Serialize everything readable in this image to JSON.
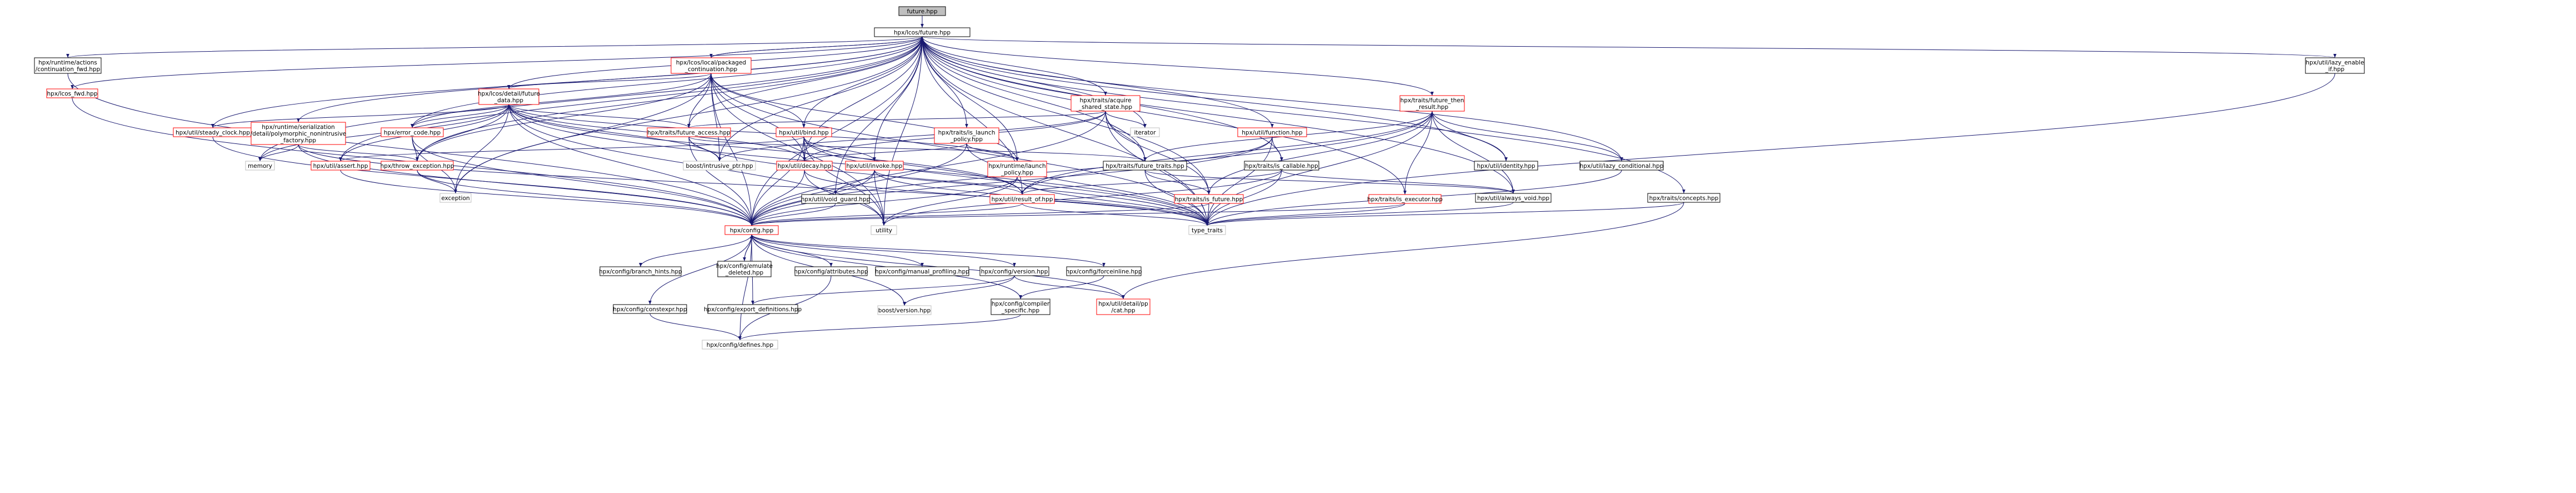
{
  "diagram": {
    "colors": {
      "edge": "#191970",
      "border_black": "#000000",
      "border_red": "#ff0000",
      "border_gray": "#bfbfbf",
      "fill_root": "#bfbfbf",
      "fill_node": "#ffffff"
    },
    "nodes": [
      {
        "id": "root",
        "lines": [
          "future.hpp"
        ],
        "kind": "root"
      },
      {
        "id": "fut",
        "lines": [
          "hpx/lcos/future.hpp"
        ],
        "kind": "normal"
      },
      {
        "id": "cont_fwd",
        "lines": [
          "hpx/runtime/actions",
          "/continuation_fwd.hpp"
        ],
        "kind": "normal"
      },
      {
        "id": "pkg_cont",
        "lines": [
          "hpx/lcos/local/packaged",
          "_continuation.hpp"
        ],
        "kind": "red"
      },
      {
        "id": "lazy_enable",
        "lines": [
          "hpx/util/lazy_enable",
          "_if.hpp"
        ],
        "kind": "normal"
      },
      {
        "id": "lcos_fwd",
        "lines": [
          "hpx/lcos_fwd.hpp"
        ],
        "kind": "red"
      },
      {
        "id": "future_data",
        "lines": [
          "hpx/lcos/detail/future",
          "_data.hpp"
        ],
        "kind": "red"
      },
      {
        "id": "acquire_shared",
        "lines": [
          "hpx/traits/acquire",
          "_shared_state.hpp"
        ],
        "kind": "red"
      },
      {
        "id": "util_function",
        "lines": [
          "hpx/util/function.hpp"
        ],
        "kind": "red"
      },
      {
        "id": "future_then",
        "lines": [
          "hpx/traits/future_then",
          "_result.hpp"
        ],
        "kind": "red"
      },
      {
        "id": "is_launch",
        "lines": [
          "hpx/traits/is_launch",
          "_policy.hpp"
        ],
        "kind": "red"
      },
      {
        "id": "steady_clock",
        "lines": [
          "hpx/util/steady_clock.hpp"
        ],
        "kind": "red"
      },
      {
        "id": "serialization",
        "lines": [
          "hpx/runtime/serialization",
          "/detail/polymorphic_nonintrusive",
          "_factory.hpp"
        ],
        "kind": "red"
      },
      {
        "id": "error_code",
        "lines": [
          "hpx/error_code.hpp"
        ],
        "kind": "red"
      },
      {
        "id": "future_access",
        "lines": [
          "hpx/traits/future_access.hpp"
        ],
        "kind": "red"
      },
      {
        "id": "bind",
        "lines": [
          "hpx/util/bind.hpp"
        ],
        "kind": "red"
      },
      {
        "id": "is_callable",
        "lines": [
          "hpx/traits/is_callable.hpp"
        ],
        "kind": "normal"
      },
      {
        "id": "identity",
        "lines": [
          "hpx/util/identity.hpp"
        ],
        "kind": "normal"
      },
      {
        "id": "lazy_cond",
        "lines": [
          "hpx/util/lazy_conditional.hpp"
        ],
        "kind": "normal"
      },
      {
        "id": "iterator",
        "lines": [
          "iterator"
        ],
        "kind": "gray"
      },
      {
        "id": "memory",
        "lines": [
          "memory"
        ],
        "kind": "gray"
      },
      {
        "id": "util_assert",
        "lines": [
          "hpx/util/assert.hpp"
        ],
        "kind": "red"
      },
      {
        "id": "throw_exc",
        "lines": [
          "hpx/throw_exception.hpp"
        ],
        "kind": "red"
      },
      {
        "id": "intrusive_ptr",
        "lines": [
          "boost/intrusive_ptr.hpp"
        ],
        "kind": "gray"
      },
      {
        "id": "decay",
        "lines": [
          "hpx/util/decay.hpp"
        ],
        "kind": "red"
      },
      {
        "id": "invoke",
        "lines": [
          "hpx/util/invoke.hpp"
        ],
        "kind": "red"
      },
      {
        "id": "runtime_launch",
        "lines": [
          "hpx/runtime/launch",
          "_policy.hpp"
        ],
        "kind": "red"
      },
      {
        "id": "future_traits",
        "lines": [
          "hpx/traits/future_traits.hpp"
        ],
        "kind": "normal"
      },
      {
        "id": "always_void",
        "lines": [
          "hpx/util/always_void.hpp"
        ],
        "kind": "normal"
      },
      {
        "id": "concepts",
        "lines": [
          "hpx/traits/concepts.hpp"
        ],
        "kind": "normal"
      },
      {
        "id": "exception",
        "lines": [
          "exception"
        ],
        "kind": "gray"
      },
      {
        "id": "void_guard",
        "lines": [
          "hpx/util/void_guard.hpp"
        ],
        "kind": "normal"
      },
      {
        "id": "result_of",
        "lines": [
          "hpx/util/result_of.hpp"
        ],
        "kind": "red"
      },
      {
        "id": "is_future",
        "lines": [
          "hpx/traits/is_future.hpp"
        ],
        "kind": "red"
      },
      {
        "id": "is_executor",
        "lines": [
          "hpx/traits/is_executor.hpp"
        ],
        "kind": "red"
      },
      {
        "id": "utility",
        "lines": [
          "utility"
        ],
        "kind": "gray"
      },
      {
        "id": "type_traits",
        "lines": [
          "type_traits"
        ],
        "kind": "gray"
      },
      {
        "id": "config",
        "lines": [
          "hpx/config.hpp"
        ],
        "kind": "red"
      },
      {
        "id": "branch_hints",
        "lines": [
          "hpx/config/branch_hints.hpp"
        ],
        "kind": "normal"
      },
      {
        "id": "emulate_del",
        "lines": [
          "hpx/config/emulate",
          "_deleted.hpp"
        ],
        "kind": "normal"
      },
      {
        "id": "attributes",
        "lines": [
          "hpx/config/attributes.hpp"
        ],
        "kind": "normal"
      },
      {
        "id": "manual_prof",
        "lines": [
          "hpx/config/manual_profiling.hpp"
        ],
        "kind": "normal"
      },
      {
        "id": "version",
        "lines": [
          "hpx/config/version.hpp"
        ],
        "kind": "normal"
      },
      {
        "id": "forceinline",
        "lines": [
          "hpx/config/forceinline.hpp"
        ],
        "kind": "normal"
      },
      {
        "id": "constexpr",
        "lines": [
          "hpx/config/constexpr.hpp"
        ],
        "kind": "normal"
      },
      {
        "id": "export_defs",
        "lines": [
          "hpx/config/export_definitions.hpp"
        ],
        "kind": "normal"
      },
      {
        "id": "boost_version",
        "lines": [
          "boost/version.hpp"
        ],
        "kind": "gray"
      },
      {
        "id": "compiler_spec",
        "lines": [
          "hpx/config/compiler",
          "_specific.hpp"
        ],
        "kind": "normal"
      },
      {
        "id": "pp_cat",
        "lines": [
          "hpx/util/detail/pp",
          "/cat.hpp"
        ],
        "kind": "red"
      },
      {
        "id": "defines",
        "lines": [
          "hpx/config/defines.hpp"
        ],
        "kind": "gray"
      }
    ],
    "edges": [
      [
        "root",
        "fut"
      ],
      [
        "fut",
        "cont_fwd"
      ],
      [
        "fut",
        "pkg_cont"
      ],
      [
        "fut",
        "lazy_enable"
      ],
      [
        "fut",
        "lcos_fwd"
      ],
      [
        "fut",
        "future_data"
      ],
      [
        "fut",
        "acquire_shared"
      ],
      [
        "fut",
        "util_function"
      ],
      [
        "fut",
        "future_then"
      ],
      [
        "fut",
        "is_launch"
      ],
      [
        "fut",
        "steady_clock"
      ],
      [
        "fut",
        "serialization"
      ],
      [
        "fut",
        "error_code"
      ],
      [
        "fut",
        "future_access"
      ],
      [
        "fut",
        "bind"
      ],
      [
        "fut",
        "is_callable"
      ],
      [
        "fut",
        "identity"
      ],
      [
        "fut",
        "lazy_cond"
      ],
      [
        "fut",
        "iterator"
      ],
      [
        "fut",
        "memory"
      ],
      [
        "fut",
        "util_assert"
      ],
      [
        "fut",
        "throw_exc"
      ],
      [
        "fut",
        "intrusive_ptr"
      ],
      [
        "fut",
        "decay"
      ],
      [
        "fut",
        "invoke"
      ],
      [
        "fut",
        "runtime_launch"
      ],
      [
        "fut",
        "future_traits"
      ],
      [
        "fut",
        "always_void"
      ],
      [
        "fut",
        "concepts"
      ],
      [
        "fut",
        "exception"
      ],
      [
        "fut",
        "void_guard"
      ],
      [
        "fut",
        "result_of"
      ],
      [
        "fut",
        "is_future"
      ],
      [
        "fut",
        "is_executor"
      ],
      [
        "fut",
        "utility"
      ],
      [
        "fut",
        "type_traits"
      ],
      [
        "fut",
        "config"
      ],
      [
        "cont_fwd",
        "config"
      ],
      [
        "lcos_fwd",
        "config"
      ],
      [
        "lazy_enable",
        "type_traits"
      ],
      [
        "pkg_cont",
        "fut"
      ],
      [
        "pkg_cont",
        "future_data"
      ],
      [
        "pkg_cont",
        "future_access"
      ],
      [
        "pkg_cont",
        "bind"
      ],
      [
        "pkg_cont",
        "decay"
      ],
      [
        "pkg_cont",
        "intrusive_ptr"
      ],
      [
        "pkg_cont",
        "runtime_launch"
      ],
      [
        "pkg_cont",
        "exception"
      ],
      [
        "pkg_cont",
        "error_code"
      ],
      [
        "pkg_cont",
        "throw_exc"
      ],
      [
        "pkg_cont",
        "utility"
      ],
      [
        "pkg_cont",
        "type_traits"
      ],
      [
        "pkg_cont",
        "config"
      ],
      [
        "future_data",
        "steady_clock"
      ],
      [
        "future_data",
        "error_code"
      ],
      [
        "future_data",
        "util_assert"
      ],
      [
        "future_data",
        "throw_exc"
      ],
      [
        "future_data",
        "memory"
      ],
      [
        "future_data",
        "exception"
      ],
      [
        "future_data",
        "decay"
      ],
      [
        "future_data",
        "intrusive_ptr"
      ],
      [
        "future_data",
        "runtime_launch"
      ],
      [
        "future_data",
        "future_access"
      ],
      [
        "future_data",
        "result_of"
      ],
      [
        "future_data",
        "utility"
      ],
      [
        "future_data",
        "type_traits"
      ],
      [
        "future_data",
        "config"
      ],
      [
        "serialization",
        "throw_exc"
      ],
      [
        "serialization",
        "memory"
      ],
      [
        "serialization",
        "type_traits"
      ],
      [
        "serialization",
        "config"
      ],
      [
        "steady_clock",
        "config"
      ],
      [
        "error_code",
        "throw_exc"
      ],
      [
        "error_code",
        "exception"
      ],
      [
        "error_code",
        "config"
      ],
      [
        "future_access",
        "intrusive_ptr"
      ],
      [
        "future_access",
        "type_traits"
      ],
      [
        "future_access",
        "config"
      ],
      [
        "future_access",
        "future_traits"
      ],
      [
        "bind",
        "util_assert"
      ],
      [
        "bind",
        "decay"
      ],
      [
        "bind",
        "invoke"
      ],
      [
        "bind",
        "result_of"
      ],
      [
        "bind",
        "utility"
      ],
      [
        "bind",
        "type_traits"
      ],
      [
        "bind",
        "config"
      ],
      [
        "acquire_shared",
        "future_access"
      ],
      [
        "acquire_shared",
        "future_traits"
      ],
      [
        "acquire_shared",
        "decay"
      ],
      [
        "acquire_shared",
        "is_future"
      ],
      [
        "acquire_shared",
        "iterator"
      ],
      [
        "acquire_shared",
        "intrusive_ptr"
      ],
      [
        "acquire_shared",
        "type_traits"
      ],
      [
        "acquire_shared",
        "config"
      ],
      [
        "is_launch",
        "runtime_launch"
      ],
      [
        "is_launch",
        "decay"
      ],
      [
        "is_launch",
        "type_traits"
      ],
      [
        "is_launch",
        "config"
      ],
      [
        "util_function",
        "is_callable"
      ],
      [
        "util_function",
        "result_of"
      ],
      [
        "util_function",
        "type_traits"
      ],
      [
        "util_function",
        "config"
      ],
      [
        "future_then",
        "future_traits"
      ],
      [
        "future_then",
        "is_future"
      ],
      [
        "future_then",
        "is_executor"
      ],
      [
        "future_then",
        "identity"
      ],
      [
        "future_then",
        "lazy_cond"
      ],
      [
        "future_then",
        "always_void"
      ],
      [
        "future_then",
        "result_of"
      ],
      [
        "future_then",
        "type_traits"
      ],
      [
        "future_then",
        "config"
      ],
      [
        "is_callable",
        "always_void"
      ],
      [
        "is_callable",
        "result_of"
      ],
      [
        "is_callable",
        "utility"
      ],
      [
        "is_callable",
        "type_traits"
      ],
      [
        "runtime_launch",
        "config"
      ],
      [
        "runtime_launch",
        "utility"
      ],
      [
        "runtime_launch",
        "type_traits"
      ],
      [
        "util_assert",
        "config"
      ],
      [
        "throw_exc",
        "config"
      ],
      [
        "throw_exc",
        "exception"
      ],
      [
        "decay",
        "config"
      ],
      [
        "decay",
        "utility"
      ],
      [
        "decay",
        "type_traits"
      ],
      [
        "invoke",
        "result_of"
      ],
      [
        "invoke",
        "void_guard"
      ],
      [
        "invoke",
        "config"
      ],
      [
        "invoke",
        "utility"
      ],
      [
        "invoke",
        "type_traits"
      ],
      [
        "future_traits",
        "is_future"
      ],
      [
        "future_traits",
        "always_void"
      ],
      [
        "future_traits",
        "type_traits"
      ],
      [
        "result_of",
        "config"
      ],
      [
        "result_of",
        "type_traits"
      ],
      [
        "is_future",
        "config"
      ],
      [
        "is_future",
        "type_traits"
      ],
      [
        "is_executor",
        "type_traits"
      ],
      [
        "is_executor",
        "config"
      ],
      [
        "concepts",
        "pp_cat"
      ],
      [
        "concepts",
        "type_traits"
      ],
      [
        "void_guard",
        "config"
      ],
      [
        "lazy_cond",
        "type_traits"
      ],
      [
        "always_void",
        "type_traits"
      ],
      [
        "config",
        "branch_hints"
      ],
      [
        "config",
        "emulate_del"
      ],
      [
        "config",
        "attributes"
      ],
      [
        "config",
        "manual_prof"
      ],
      [
        "config",
        "version"
      ],
      [
        "config",
        "forceinline"
      ],
      [
        "config",
        "constexpr"
      ],
      [
        "config",
        "export_defs"
      ],
      [
        "config",
        "boost_version"
      ],
      [
        "config",
        "compiler_spec"
      ],
      [
        "config",
        "pp_cat"
      ],
      [
        "config",
        "defines"
      ],
      [
        "attributes",
        "defines"
      ],
      [
        "version",
        "export_defs"
      ],
      [
        "version",
        "boost_version"
      ],
      [
        "version",
        "pp_cat"
      ],
      [
        "forceinline",
        "compiler_spec"
      ],
      [
        "constexpr",
        "defines"
      ],
      [
        "compiler_spec",
        "defines"
      ],
      [
        "emulate_del",
        "config"
      ]
    ]
  }
}
